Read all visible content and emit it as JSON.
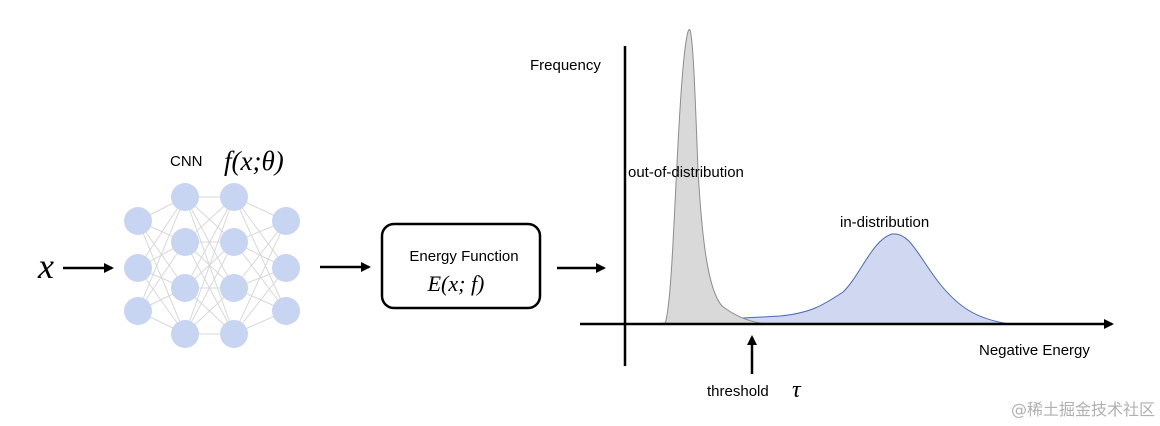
{
  "input": {
    "symbol": "x"
  },
  "network": {
    "label": "CNN",
    "formula": "f(x;θ)"
  },
  "energy_box": {
    "title": "Energy Function",
    "formula": "E(x; f)"
  },
  "plot": {
    "y_label": "Frequency",
    "x_label": "Negative Energy",
    "ood_label": "out-of-distribution",
    "id_label": "in-distribution",
    "threshold_text": "threshold",
    "threshold_symbol": "τ"
  },
  "watermark": "@稀土掘金技术社区",
  "colors": {
    "node": "#c7d4f2",
    "edge": "#d8d8d8",
    "ood_fill": "#d9d9d9",
    "ood_stroke": "#8c8c8c",
    "id_fill": "#cfd8f0",
    "id_stroke": "#4a68b8",
    "axis": "#000000",
    "watermark": "#b0b0b0"
  }
}
